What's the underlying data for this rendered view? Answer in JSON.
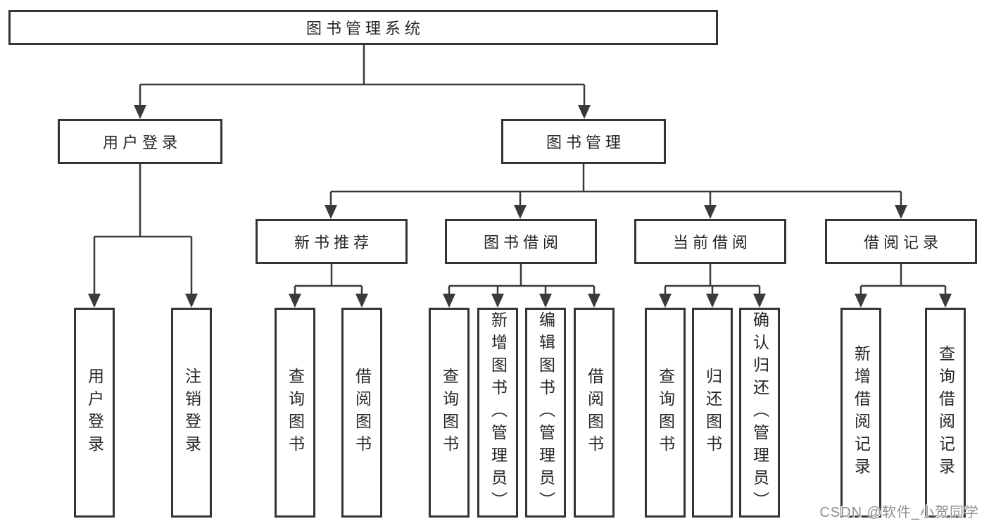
{
  "diagram": {
    "root": {
      "label": "图书管理系统"
    },
    "level2": [
      {
        "label": "用户登录"
      },
      {
        "label": "图书管理"
      }
    ],
    "level3": [
      {
        "label": "新书推荐"
      },
      {
        "label": "图书借阅"
      },
      {
        "label": "当前借阅"
      },
      {
        "label": "借阅记录"
      }
    ],
    "leaves": [
      {
        "label": "用户登录"
      },
      {
        "label": "注销登录"
      },
      {
        "label": "查询图书"
      },
      {
        "label": "借阅图书"
      },
      {
        "label": "查询图书"
      },
      {
        "label": "新增图书（管理员）"
      },
      {
        "label": "编辑图书（管理员）"
      },
      {
        "label": "借阅图书"
      },
      {
        "label": "查询图书"
      },
      {
        "label": "归还图书"
      },
      {
        "label": "确认归还（管理员）"
      },
      {
        "label": "新增借阅记录"
      },
      {
        "label": "查询借阅记录"
      }
    ],
    "watermark": "CSDN @软件_小贺同学",
    "colors": {
      "line": "#3a3a3a",
      "border": "#343434",
      "text": "#262626",
      "watermark": "#8f8f8f",
      "background": "#ffffff"
    }
  }
}
